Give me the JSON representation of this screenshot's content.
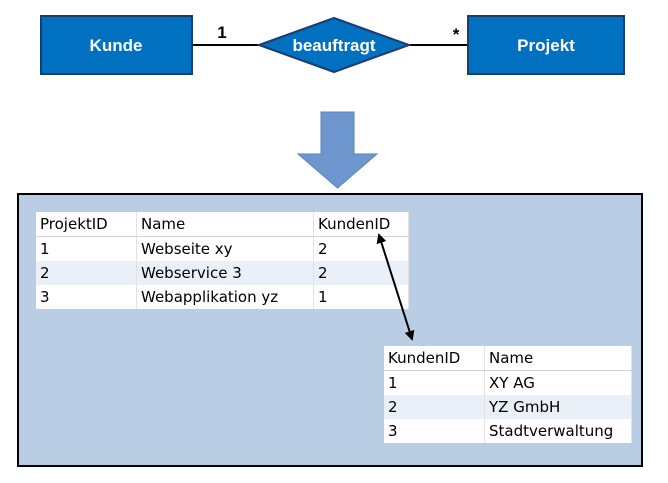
{
  "er_diagram": {
    "entity_left": "Kunde",
    "relationship": "beauftragt",
    "entity_right": "Projekt",
    "cardinality_left": "1",
    "cardinality_right": "*"
  },
  "colors": {
    "entity_fill": "#0070c0",
    "arrow_fill": "#6f97cf",
    "panel_bg": "#b9cde5"
  },
  "projekt_table": {
    "headers": [
      "ProjektID",
      "Name",
      "KundenID"
    ],
    "rows": [
      [
        "1",
        "Webseite xy",
        "2"
      ],
      [
        "2",
        "Webservice 3",
        "2"
      ],
      [
        "3",
        "Webapplikation yz",
        "1"
      ]
    ]
  },
  "kunde_table": {
    "headers": [
      "KundenID",
      "Name"
    ],
    "rows": [
      [
        "1",
        "XY AG"
      ],
      [
        "2",
        "YZ GmbH"
      ],
      [
        "3",
        "Stadtverwaltung"
      ]
    ]
  }
}
